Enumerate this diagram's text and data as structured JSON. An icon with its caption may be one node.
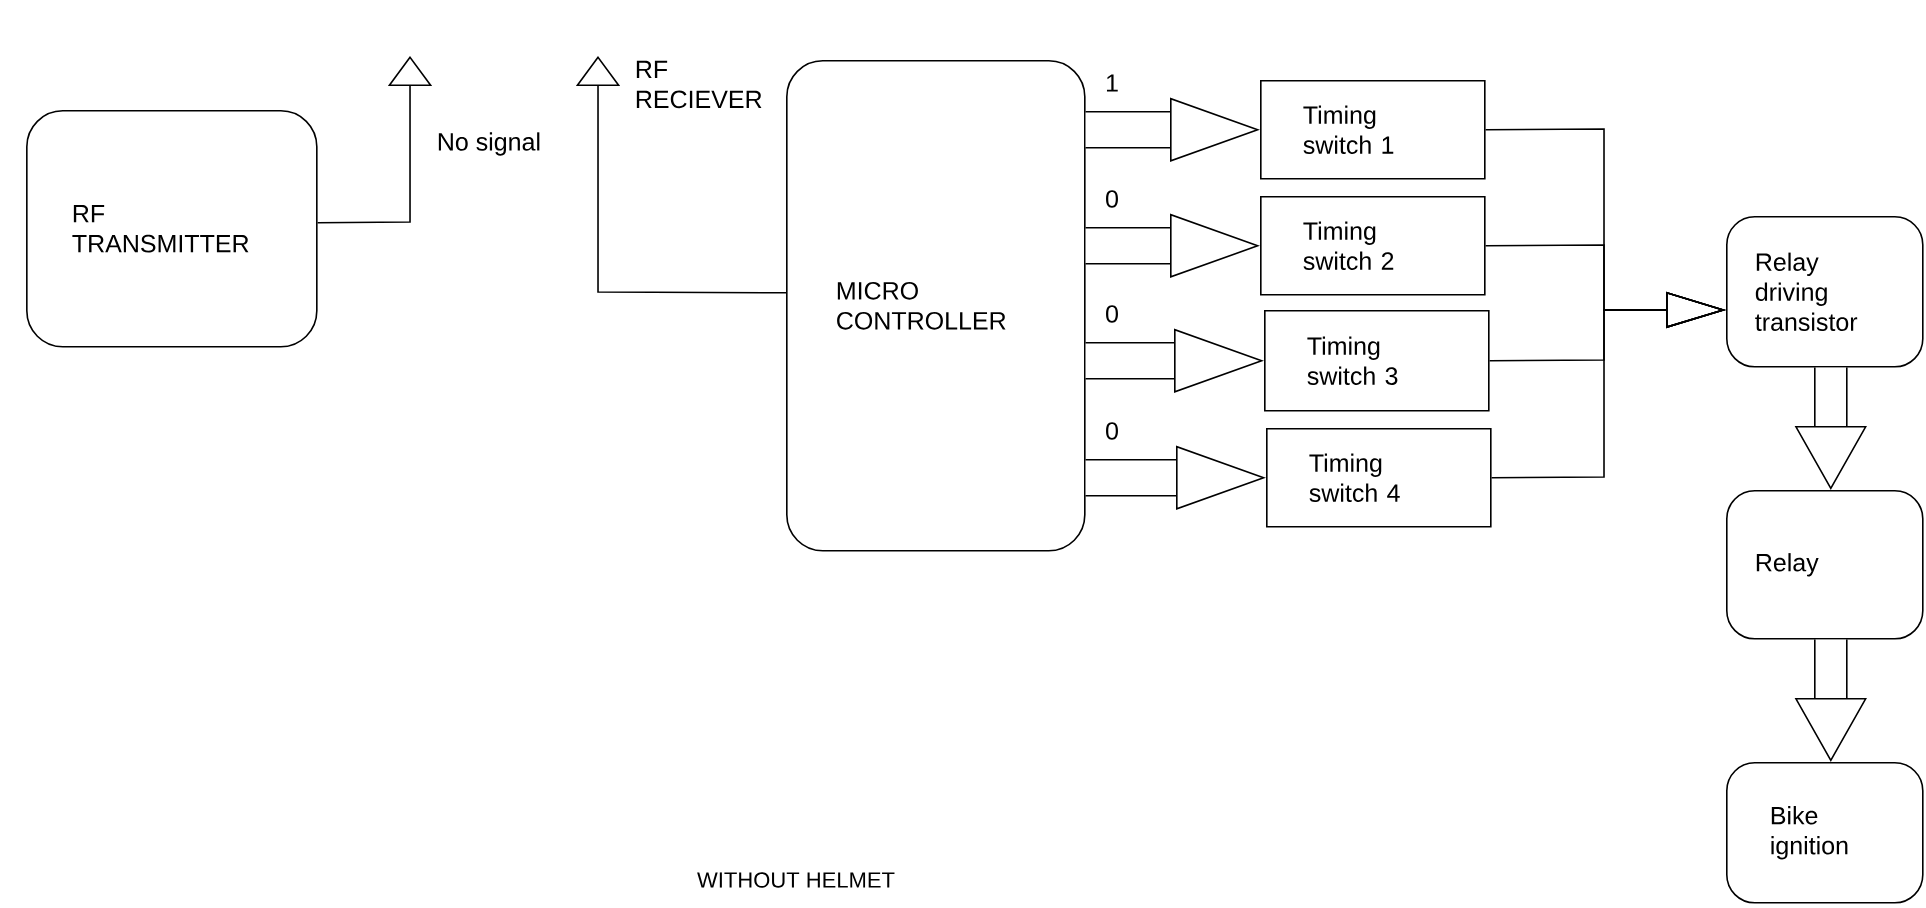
{
  "diagram": {
    "nodes": [
      {
        "text": [
          "RF TRANSMITTER"
        ]
      },
      {
        "text": [
          "MICRO CONTROLLER"
        ]
      },
      {
        "text": [
          "Timing switch 1"
        ]
      },
      {
        "text": [
          "Timing switch 2"
        ]
      },
      {
        "text": [
          "Timing switch 3"
        ]
      },
      {
        "text": [
          "Timing switch 4"
        ]
      },
      {
        "text": [
          "Relay driving transistor"
        ]
      },
      {
        "text": [
          "Relay"
        ]
      },
      {
        "text": [
          "Bike ignition"
        ]
      }
    ],
    "edges": [
      {
        "from": 0,
        "to": null,
        "arrow": "to"
      },
      {
        "from": 1,
        "to": null,
        "arrow": "to"
      },
      {
        "from": 1,
        "to": 2,
        "arrow": "to",
        "label": "1",
        "style": "thick"
      },
      {
        "from": 1,
        "to": 3,
        "arrow": "to",
        "label": "0",
        "style": "thick"
      },
      {
        "from": 1,
        "to": 4,
        "arrow": "to",
        "label": "0",
        "style": "thick"
      },
      {
        "from": 1,
        "to": 5,
        "arrow": "to",
        "label": "0",
        "style": "thick"
      },
      {
        "from": 2,
        "to": 6,
        "arrow": "to"
      },
      {
        "from": 3,
        "to": 6,
        "arrow": "to"
      },
      {
        "from": 4,
        "to": 6,
        "arrow": "to"
      },
      {
        "from": 5,
        "to": 6,
        "arrow": "to"
      },
      {
        "from": 6,
        "to": 7,
        "arrow": "to",
        "style": "thick"
      },
      {
        "from": 7,
        "to": 8,
        "arrow": "to",
        "style": "thick"
      }
    ],
    "labels": [
      "No signal",
      "RF RECIEVER",
      "WITHOUT HELMET"
    ]
  }
}
